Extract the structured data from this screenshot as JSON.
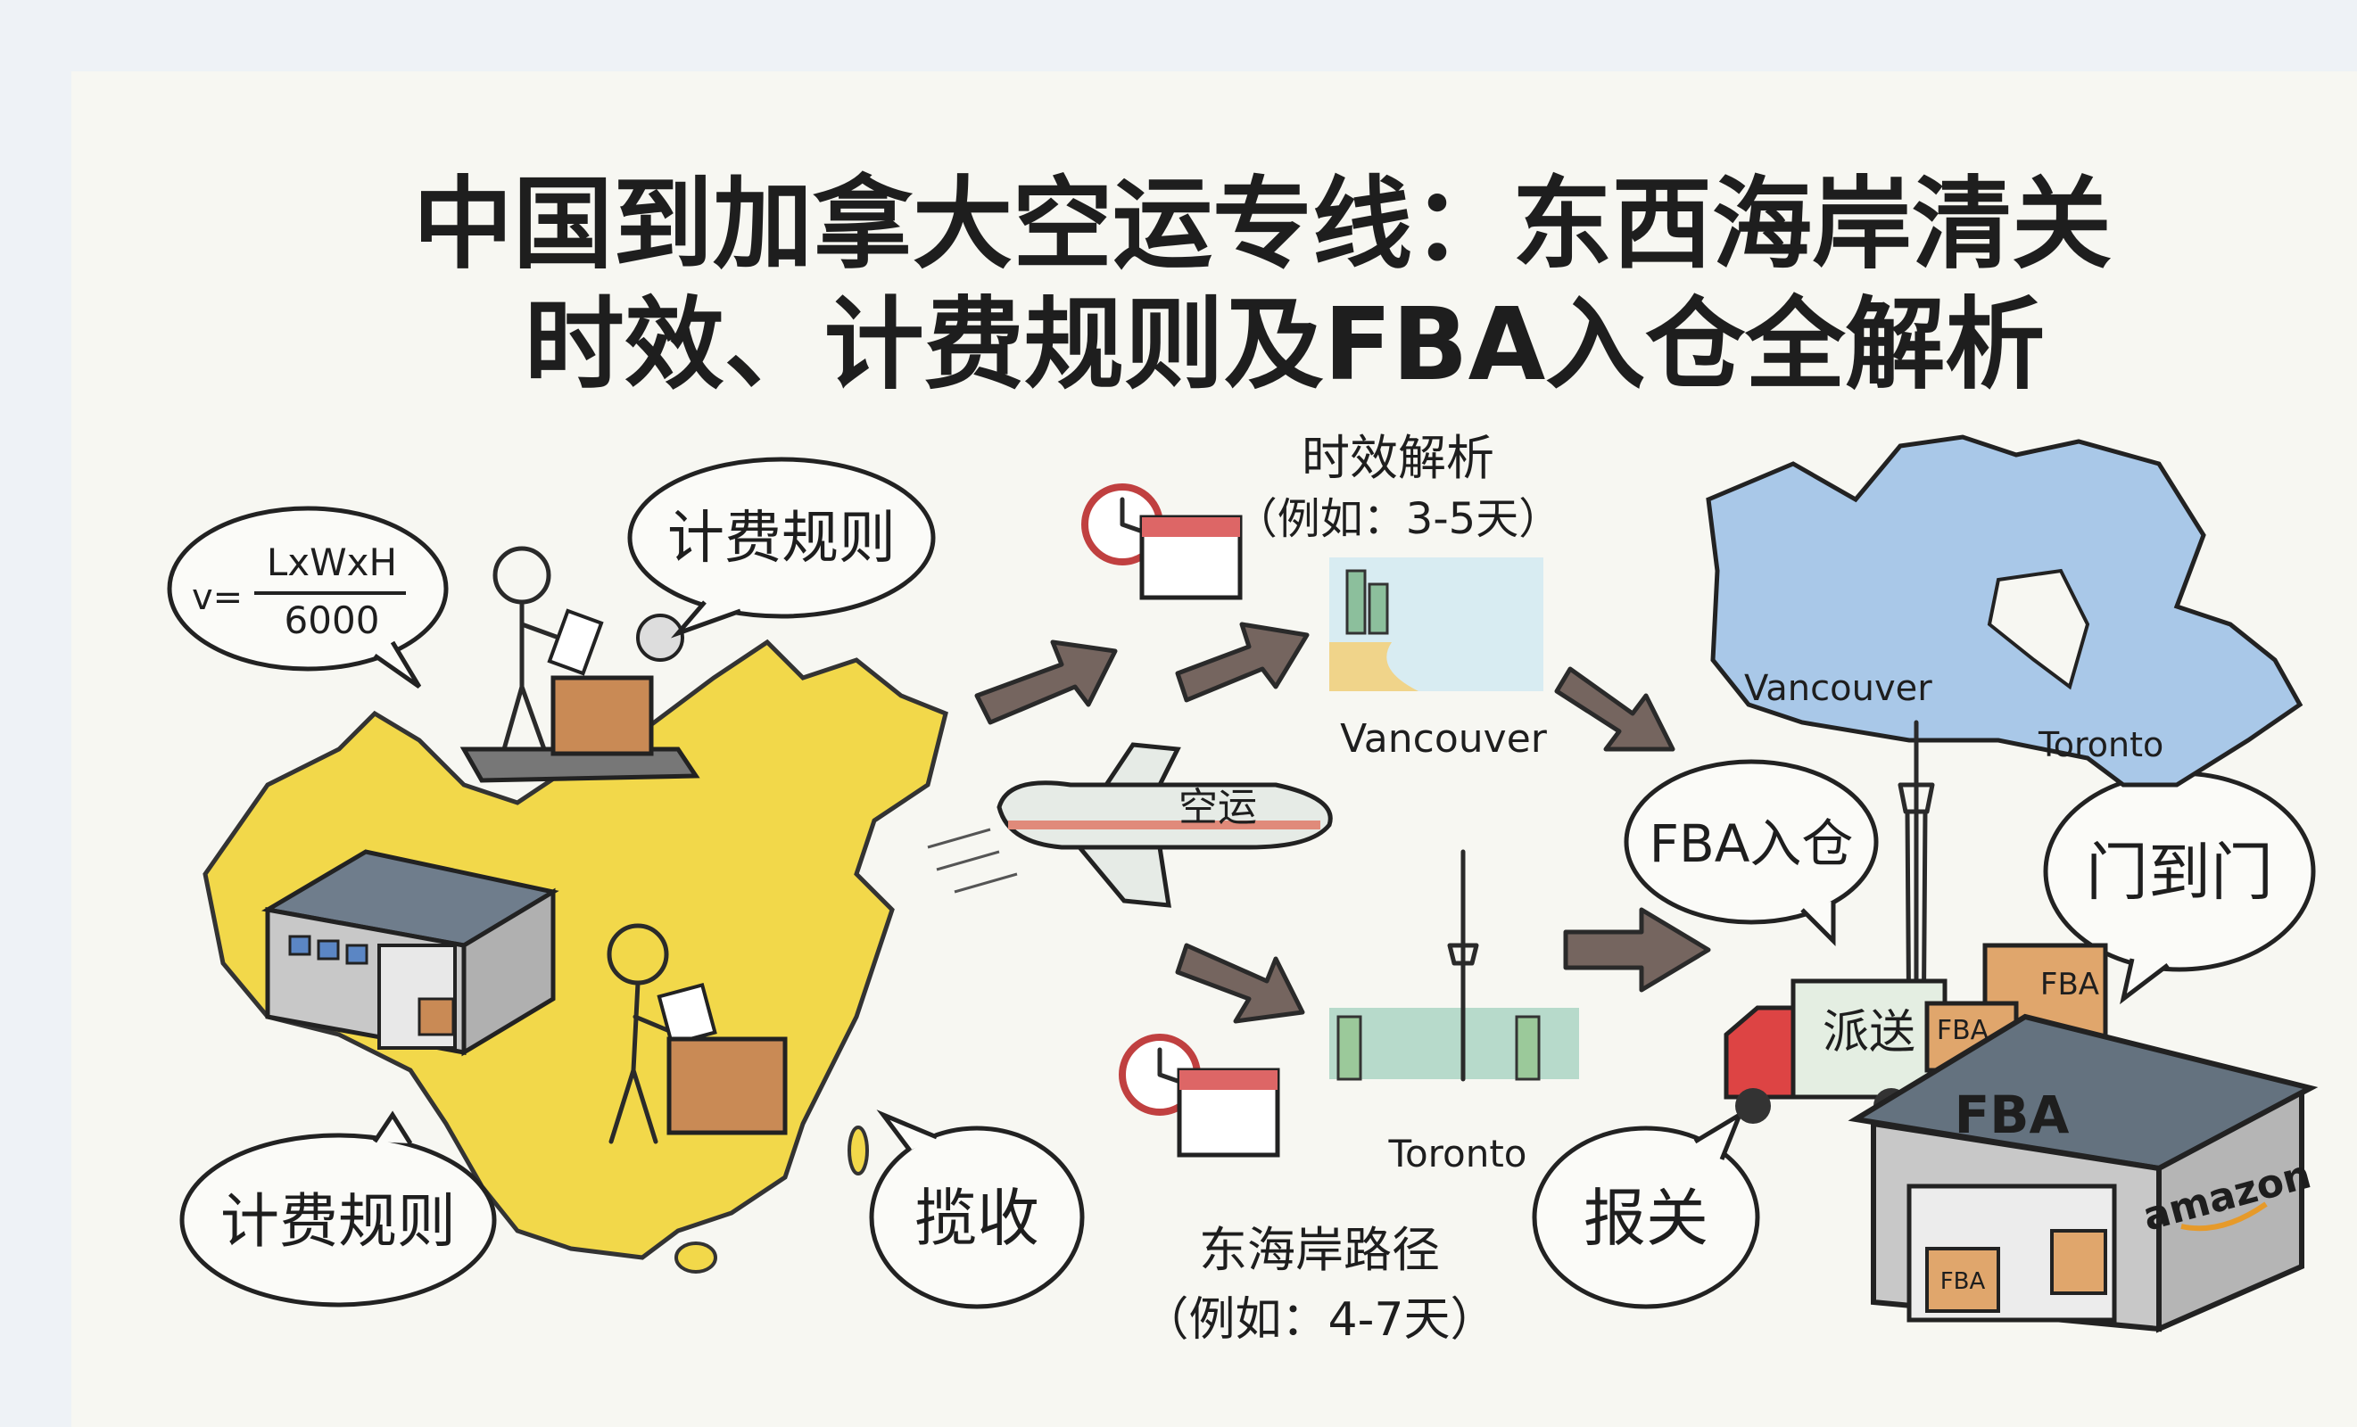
{
  "title": {
    "line1": "中国到加拿大空运专线：东西海岸清关",
    "line2": "时效、计费规则及FBA入仓全解析"
  },
  "formula_bubble": {
    "prefix": "v=",
    "numerator": "LxWxH",
    "denominator": "6000"
  },
  "bubbles": {
    "billing_top": "计费规则",
    "billing_bottom": "计费规则",
    "pickup": "揽收",
    "customs": "报关",
    "fba_inbound": "FBA入仓",
    "door_to_door": "门到门"
  },
  "plane_label": "空运",
  "west_coast": {
    "heading": "时效解析",
    "example": "（例如：3-5天）",
    "city": "Vancouver"
  },
  "east_coast": {
    "heading": "东海岸路径",
    "example": "（例如：4-7天）",
    "city": "Toronto"
  },
  "canada_map": {
    "city_west": "Vancouver",
    "city_east": "Toronto"
  },
  "delivery_truck_label": "派送",
  "fba_warehouse": {
    "label": "FBA",
    "brand": "amazon",
    "box_label": "FBA"
  },
  "colors": {
    "china_map": "#f2d84a",
    "canada_map": "#a9c8e8",
    "arrow": "#75655f",
    "paper": "#f7f7f2",
    "background": "#eef2f6"
  }
}
